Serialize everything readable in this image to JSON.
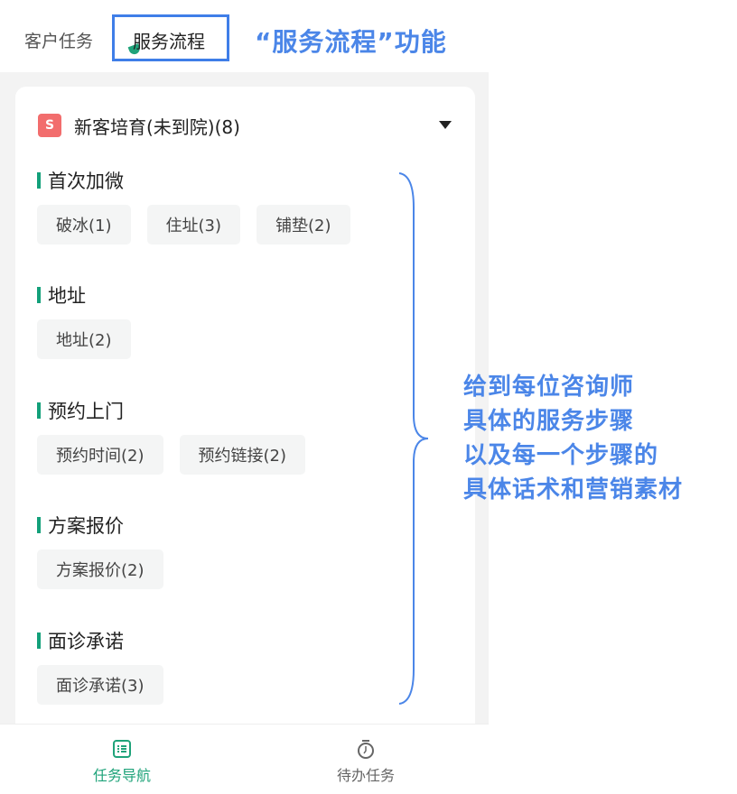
{
  "tabs": [
    {
      "label": "客户任务",
      "active": false
    },
    {
      "label": "服务流程",
      "active": true
    }
  ],
  "annotation": {
    "title": "“服务流程”功能",
    "lines": [
      "给到每位咨询师",
      "具体的服务步骤",
      "以及每一个步骤的",
      "具体话术和营销素材"
    ],
    "color": "#4b86e8"
  },
  "card": {
    "icon": "flow-icon",
    "title": "新客培育(未到院)(8)",
    "sections": [
      {
        "title": "首次加微",
        "chips": [
          "破冰(1)",
          "住址(3)",
          "铺垫(2)"
        ]
      },
      {
        "title": "地址",
        "chips": [
          "地址(2)"
        ]
      },
      {
        "title": "预约上门",
        "chips": [
          "预约时间(2)",
          "预约链接(2)"
        ]
      },
      {
        "title": "方案报价",
        "chips": [
          "方案报价(2)"
        ]
      },
      {
        "title": "面诊承诺",
        "chips": [
          "面诊承诺(3)"
        ]
      }
    ]
  },
  "bottom_nav": [
    {
      "label": "任务导航",
      "icon": "list-icon",
      "active": true,
      "color": "#1fa37a"
    },
    {
      "label": "待办任务",
      "icon": "stopwatch-icon",
      "active": false,
      "color": "#666666"
    }
  ]
}
